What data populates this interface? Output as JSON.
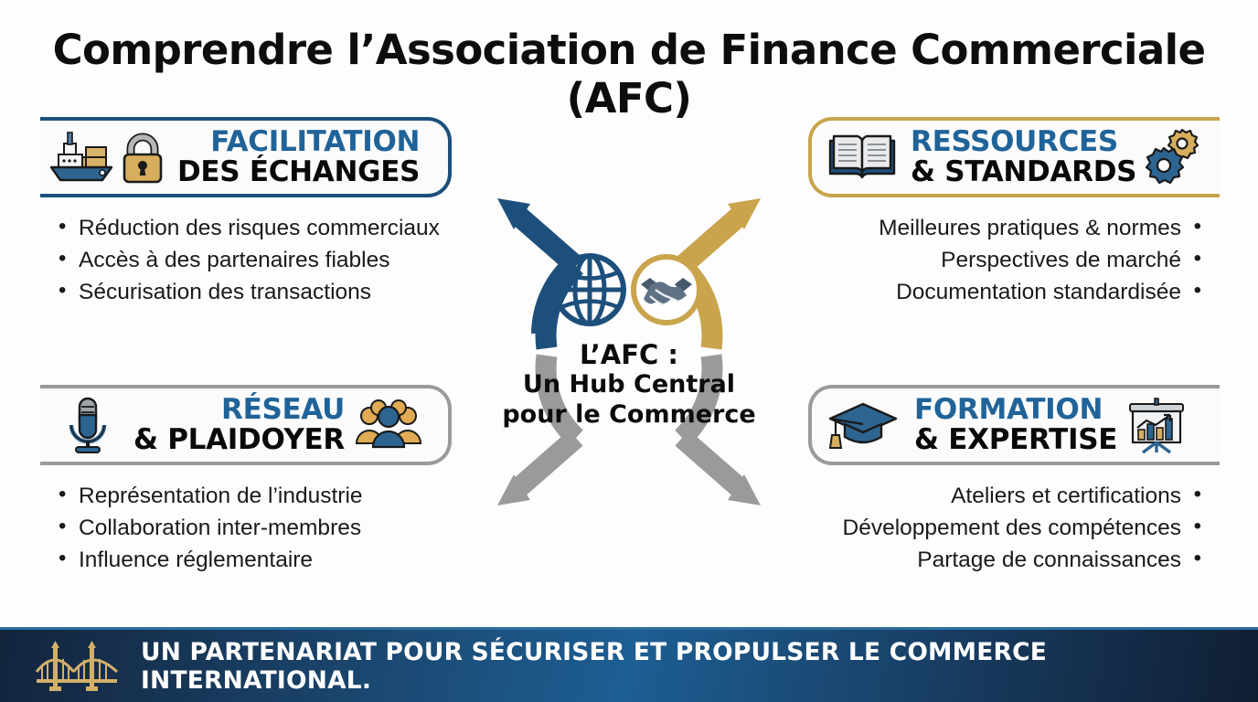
{
  "title": "Comprendre l’Association de Finance Commerciale (AFC)",
  "colors": {
    "blue": "#1d4f7c",
    "heading_blue": "#1f6399",
    "gold": "#c9a44c",
    "gray": "#9a9a9a",
    "black": "#08090a",
    "banner_dark": "#13243c",
    "banner_mid": "#1d5e93"
  },
  "quadrants": [
    {
      "id": "facilitation-des-echanges",
      "position": "top-left",
      "title_line1": "FACILITATION",
      "title_line2": "DES ÉCHANGES",
      "accent": "#1d4f7c",
      "icons": [
        "cargo-ship-icon",
        "padlock-icon"
      ],
      "bullets": [
        "Réduction des risques commerciaux",
        "Accès à des partenaires fiables",
        "Sécurisation des transactions"
      ]
    },
    {
      "id": "ressources-et-standards",
      "position": "top-right",
      "title_line1": "RESSOURCES",
      "title_line2": "& STANDARDS",
      "accent": "#c9a44c",
      "icons": [
        "open-book-icon",
        "gears-icon"
      ],
      "bullets": [
        "Meilleures pratiques & normes",
        "Perspectives de marché",
        "Documentation standardisée"
      ]
    },
    {
      "id": "reseau-et-plaidoyer",
      "position": "bottom-left",
      "title_line1": "RÉSEAU",
      "title_line2": "& PLAIDOYER",
      "accent": "#9a9a9a",
      "icons": [
        "microphone-icon",
        "people-group-icon"
      ],
      "bullets": [
        "Représentation de l’industrie",
        "Collaboration inter-membres",
        "Influence réglementaire"
      ]
    },
    {
      "id": "formation-et-expertise",
      "position": "bottom-right",
      "title_line1": "FORMATION",
      "title_line2": "& EXPERTISE",
      "accent": "#9a9a9a",
      "icons": [
        "graduation-cap-icon",
        "presentation-chart-icon"
      ],
      "bullets": [
        "Ateliers et certifications",
        "Développement des compétences",
        "Partage de connaissances"
      ]
    }
  ],
  "hub": {
    "line1": "L’AFC :",
    "line2": "Un Hub Central",
    "line3": "pour le Commerce",
    "icons": [
      "globe-icon",
      "handshake-icon"
    ],
    "arrows": [
      {
        "direction": "upper-left",
        "color": "#1d4f7c",
        "target": "facilitation-des-echanges"
      },
      {
        "direction": "upper-right",
        "color": "#c9a44c",
        "target": "ressources-et-standards"
      },
      {
        "direction": "lower-left",
        "color": "#9a9a9a",
        "target": "reseau-et-plaidoyer"
      },
      {
        "direction": "lower-right",
        "color": "#9a9a9a",
        "target": "formation-et-expertise"
      }
    ]
  },
  "banner": {
    "text": "UN PARTENARIAT POUR SÉCURISER ET PROPULSER LE COMMERCE INTERNATIONAL.",
    "icon": "suspension-bridge-icon"
  }
}
